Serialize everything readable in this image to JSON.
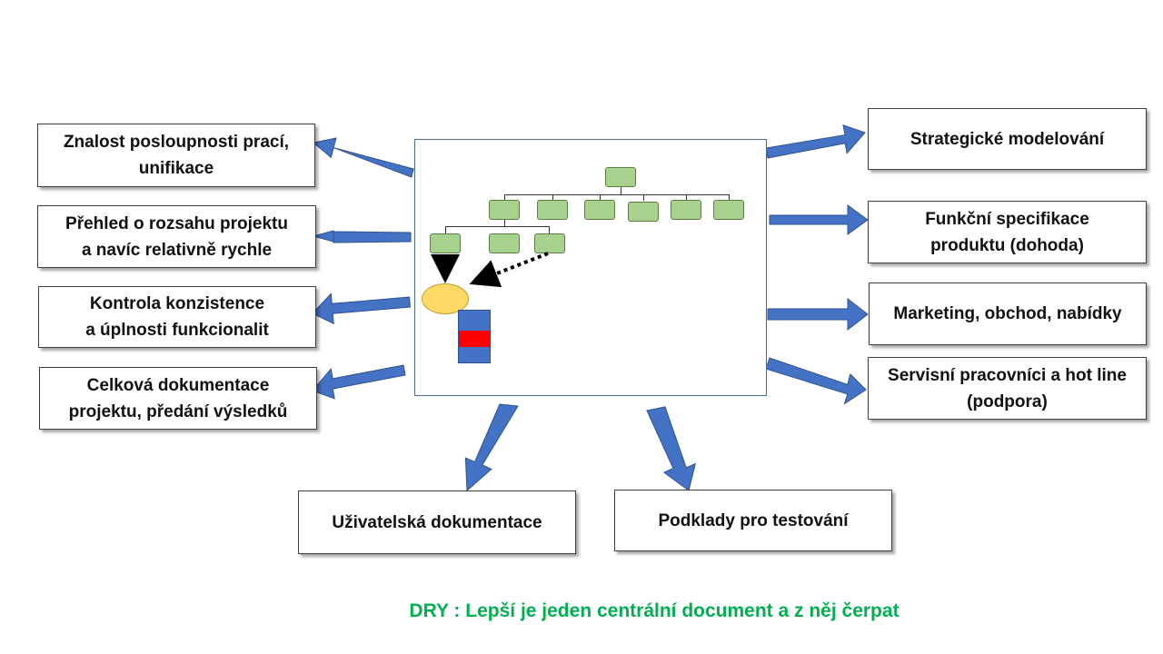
{
  "colors": {
    "arrow": "#4472c4",
    "node_fill": "#a9d18e",
    "ellipse_fill": "#ffd966",
    "stack_fill": "#4472c4",
    "stack_band": "#ff0000",
    "footer_text": "#00b050"
  },
  "left_boxes": [
    {
      "line1": "Znalost posloupnosti prací,",
      "line2": "unifikace"
    },
    {
      "line1": "Přehled o rozsahu projektu",
      "line2": "a navíc relativně rychle"
    },
    {
      "line1": "Kontrola konzistence",
      "line2": "a úplnosti funkcionalit"
    },
    {
      "line1": "Celková dokumentace",
      "line2": "projektu, předání výsledků"
    }
  ],
  "right_boxes": [
    {
      "line1": "Strategické modelování",
      "line2": ""
    },
    {
      "line1": "Funkční specifikace",
      "line2": "produktu (dohoda)"
    },
    {
      "line1": "Marketing, obchod, nabídky",
      "line2": ""
    },
    {
      "line1": "Servisní pracovníci a hot line",
      "line2": "(podpora)"
    }
  ],
  "bottom_boxes": [
    {
      "line1": "Uživatelská dokumentace"
    },
    {
      "line1": "Podklady pro testování"
    }
  ],
  "footer": {
    "text": "DRY : Lepší je jeden centrální document a z něj čerpat"
  }
}
